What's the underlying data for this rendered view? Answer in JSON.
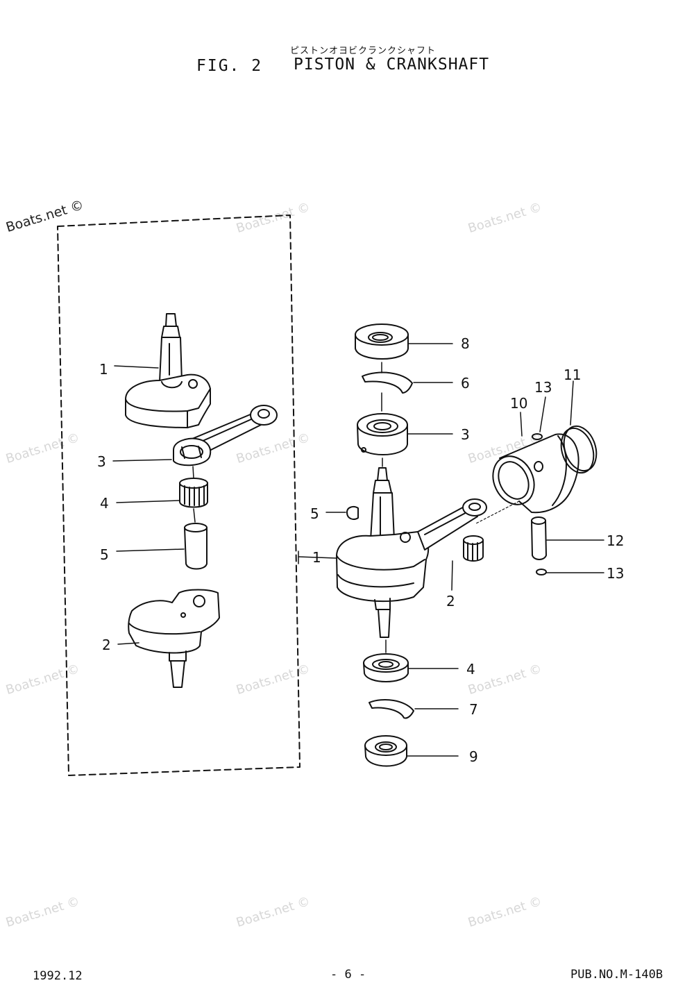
{
  "header": {
    "subtitle_jp": "ピストンオヨビクランクシャフト",
    "figure_label": "FIG.  2",
    "figure_title": "PISTON & CRANKSHAFT"
  },
  "watermark": {
    "text": "Boats.net ©"
  },
  "callouts": {
    "left_assembly": [
      "1",
      "3",
      "4",
      "5",
      "2"
    ],
    "right_assembly": [
      "8",
      "6",
      "3",
      "5",
      "1",
      "2",
      "4",
      "7",
      "9",
      "10",
      "11",
      "13",
      "12",
      "13"
    ]
  },
  "footer": {
    "date": "1992.12",
    "page": "- 6 -",
    "publication": "PUB.NO.M-140B"
  }
}
